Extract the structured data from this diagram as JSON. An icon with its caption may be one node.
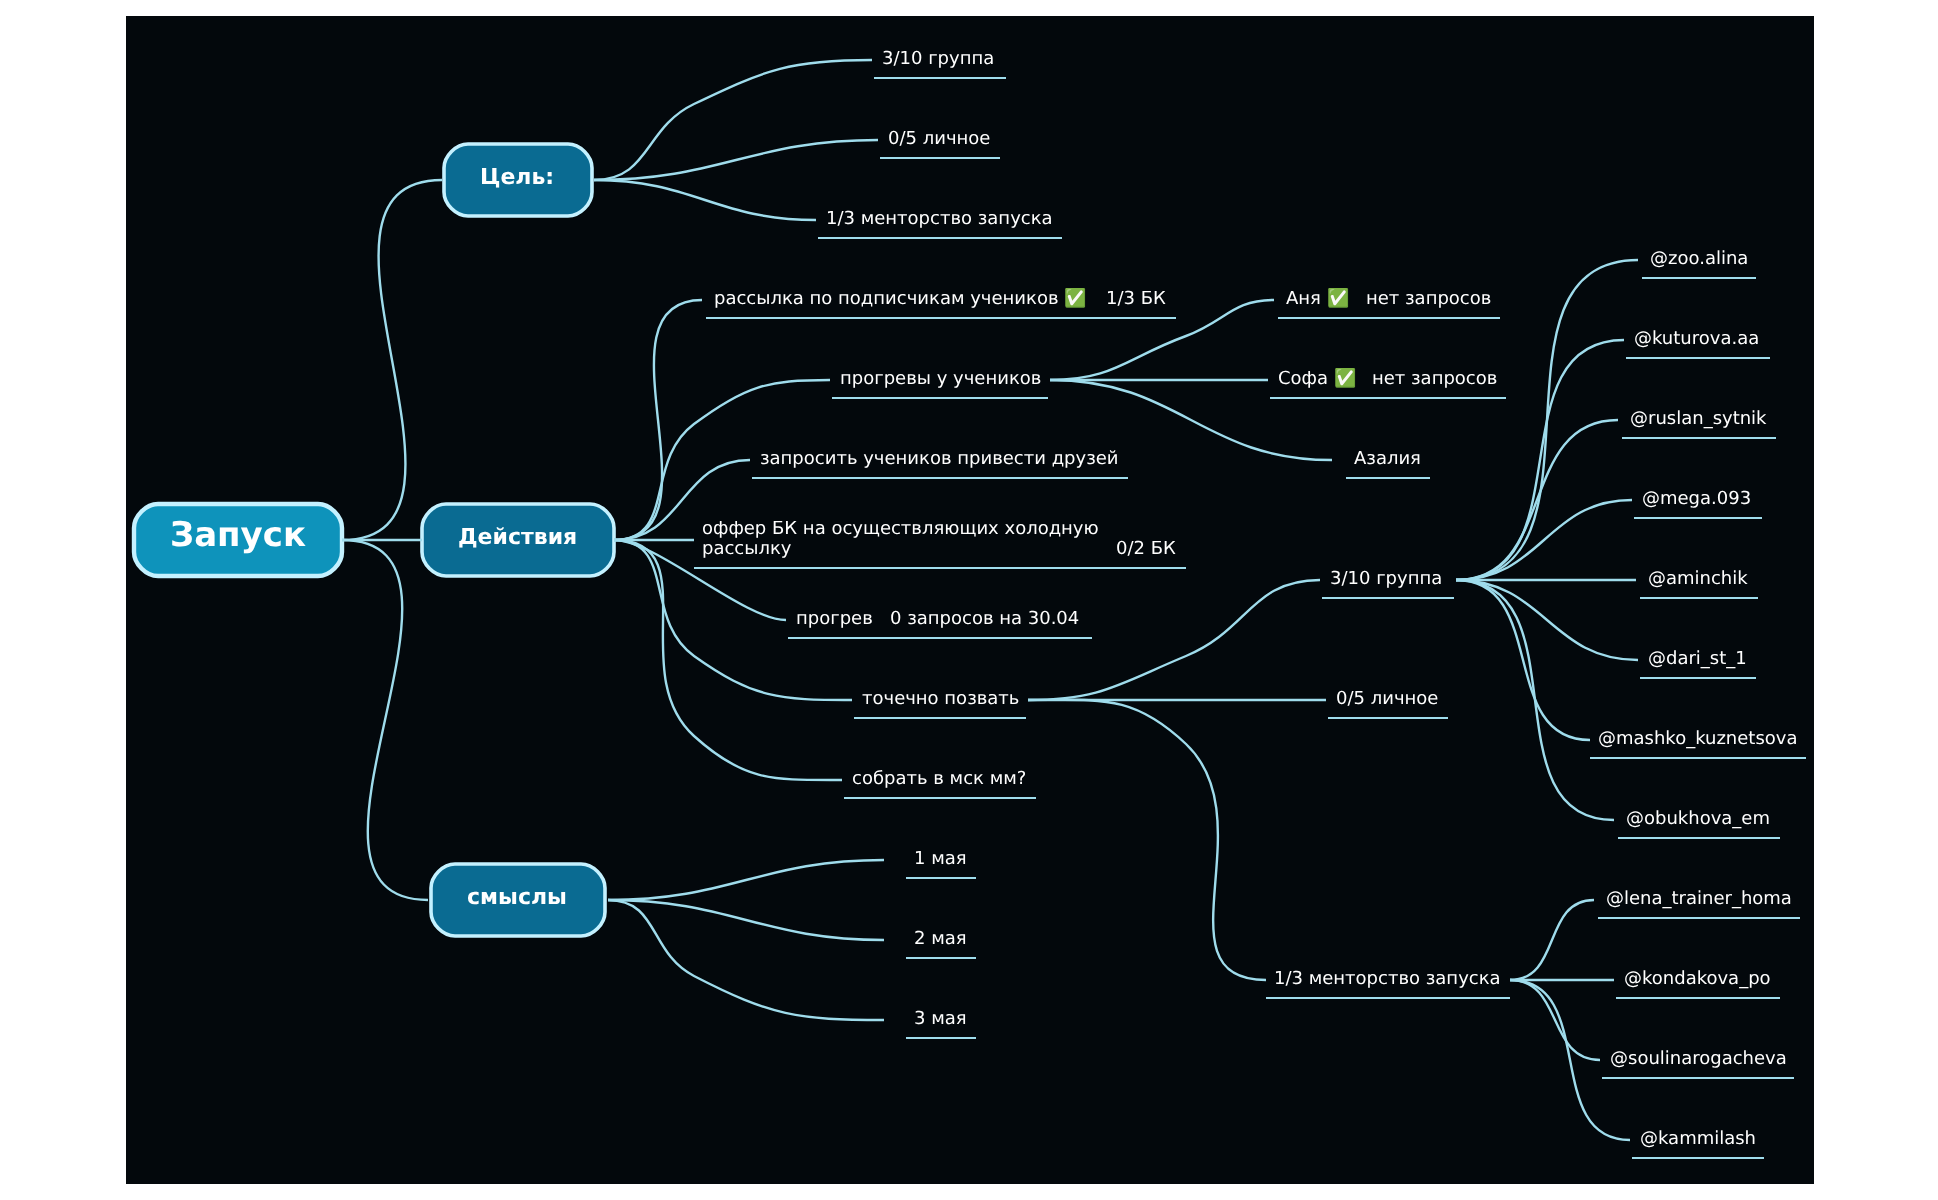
{
  "diagram": {
    "nodes": [
      {
        "text": [
          "Запуск"
        ]
      },
      {
        "text": [
          "Цель:"
        ]
      },
      {
        "text": [
          "3/10 группа"
        ]
      },
      {
        "text": [
          "0/5 личное"
        ]
      },
      {
        "text": [
          "1/3 менторство запуска"
        ]
      },
      {
        "text": [
          "Действия"
        ]
      },
      {
        "text": [
          "рассылка по подписчикам учеников ✅",
          "1/3 БК"
        ]
      },
      {
        "text": [
          "прогревы у учеников"
        ]
      },
      {
        "text": [
          "Аня ✅",
          "нет запросов"
        ]
      },
      {
        "text": [
          "Софа ✅",
          "нет запросов"
        ]
      },
      {
        "text": [
          "Азалия"
        ]
      },
      {
        "text": [
          "запросить учеников привести друзей"
        ]
      },
      {
        "text": [
          "оффер БК на осуществляющих холодную рассылку",
          "0/2 БК"
        ]
      },
      {
        "text": [
          "прогрев",
          "0 запросов на 30.04"
        ]
      },
      {
        "text": [
          "точечно позвать"
        ]
      },
      {
        "text": [
          "3/10 группа"
        ]
      },
      {
        "text": [
          "@zoo.alina"
        ]
      },
      {
        "text": [
          "@kuturova.aa"
        ]
      },
      {
        "text": [
          "@ruslan_sytnik"
        ]
      },
      {
        "text": [
          "@mega.093"
        ]
      },
      {
        "text": [
          "@aminchik"
        ]
      },
      {
        "text": [
          "@dari_st_1"
        ]
      },
      {
        "text": [
          "@mashko_kuznetsova"
        ]
      },
      {
        "text": [
          "@obukhova_em"
        ]
      },
      {
        "text": [
          "0/5 личное"
        ]
      },
      {
        "text": [
          "1/3 менторство запуска"
        ]
      },
      {
        "text": [
          "@lena_trainer_homa"
        ]
      },
      {
        "text": [
          "@kondakova_po"
        ]
      },
      {
        "text": [
          "@soulinarogacheva"
        ]
      },
      {
        "text": [
          "@kammilash"
        ]
      },
      {
        "text": [
          "собрать в мск мм?"
        ]
      },
      {
        "text": [
          "смыслы"
        ]
      },
      {
        "text": [
          "1 мая"
        ]
      },
      {
        "text": [
          "2 мая"
        ]
      },
      {
        "text": [
          "3 мая"
        ]
      }
    ],
    "edges": [
      {
        "from": 0,
        "to": 1,
        "arrow": "none"
      },
      {
        "from": 1,
        "to": 2,
        "arrow": "none"
      },
      {
        "from": 1,
        "to": 3,
        "arrow": "none"
      },
      {
        "from": 1,
        "to": 4,
        "arrow": "none"
      },
      {
        "from": 0,
        "to": 5,
        "arrow": "none"
      },
      {
        "from": 5,
        "to": 6,
        "arrow": "none"
      },
      {
        "from": 5,
        "to": 7,
        "arrow": "none"
      },
      {
        "from": 7,
        "to": 8,
        "arrow": "none"
      },
      {
        "from": 7,
        "to": 9,
        "arrow": "none"
      },
      {
        "from": 7,
        "to": 10,
        "arrow": "none"
      },
      {
        "from": 5,
        "to": 11,
        "arrow": "none"
      },
      {
        "from": 5,
        "to": 12,
        "arrow": "none"
      },
      {
        "from": 5,
        "to": 13,
        "arrow": "none"
      },
      {
        "from": 5,
        "to": 14,
        "arrow": "none"
      },
      {
        "from": 14,
        "to": 15,
        "arrow": "none"
      },
      {
        "from": 15,
        "to": 16,
        "arrow": "none"
      },
      {
        "from": 15,
        "to": 17,
        "arrow": "none"
      },
      {
        "from": 15,
        "to": 18,
        "arrow": "none"
      },
      {
        "from": 15,
        "to": 19,
        "arrow": "none"
      },
      {
        "from": 15,
        "to": 20,
        "arrow": "none"
      },
      {
        "from": 15,
        "to": 21,
        "arrow": "none"
      },
      {
        "from": 15,
        "to": 22,
        "arrow": "none"
      },
      {
        "from": 15,
        "to": 23,
        "arrow": "none"
      },
      {
        "from": 14,
        "to": 24,
        "arrow": "none"
      },
      {
        "from": 14,
        "to": 25,
        "arrow": "none"
      },
      {
        "from": 25,
        "to": 26,
        "arrow": "none"
      },
      {
        "from": 25,
        "to": 27,
        "arrow": "none"
      },
      {
        "from": 25,
        "to": 28,
        "arrow": "none"
      },
      {
        "from": 25,
        "to": 29,
        "arrow": "none"
      },
      {
        "from": 5,
        "to": 30,
        "arrow": "none"
      },
      {
        "from": 0,
        "to": 31,
        "arrow": "none"
      },
      {
        "from": 31,
        "to": 32,
        "arrow": "none"
      },
      {
        "from": 31,
        "to": 33,
        "arrow": "none"
      },
      {
        "from": 31,
        "to": 34,
        "arrow": "none"
      }
    ]
  }
}
